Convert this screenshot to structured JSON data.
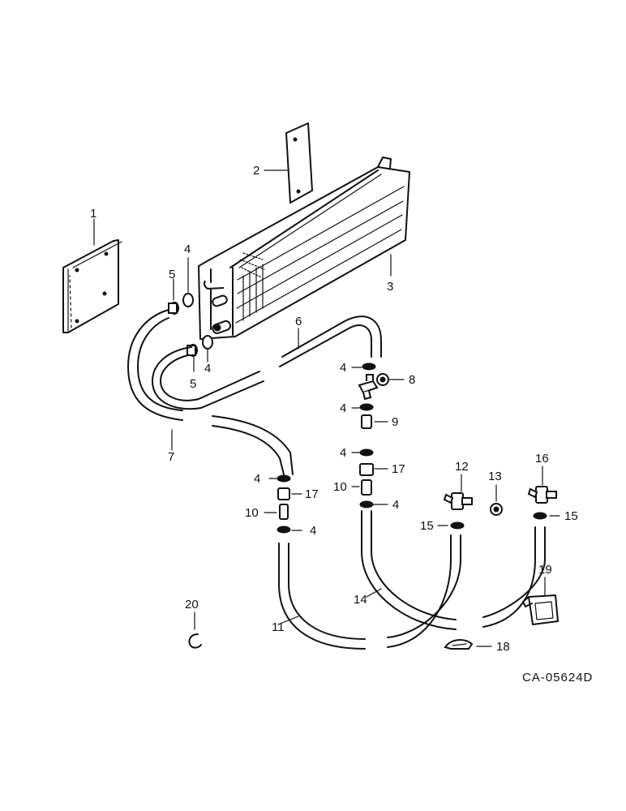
{
  "diagram": {
    "callouts": {
      "c1": "1",
      "c2": "2",
      "c3": "3",
      "c4a": "4",
      "c4b": "4",
      "c4c": "4",
      "c4d": "4",
      "c4e": "4",
      "c4f": "4",
      "c4g": "4",
      "c4h": "4",
      "c5a": "5",
      "c5b": "5",
      "c6": "6",
      "c7": "7",
      "c8": "8",
      "c9": "9",
      "c10a": "10",
      "c10b": "10",
      "c11": "11",
      "c12": "12",
      "c13": "13",
      "c14": "14",
      "c15a": "15",
      "c15b": "15",
      "c16": "16",
      "c17a": "17",
      "c17b": "17",
      "c18": "18",
      "c19": "19",
      "c20": "20"
    },
    "drawing_code": "CA-05624D"
  }
}
